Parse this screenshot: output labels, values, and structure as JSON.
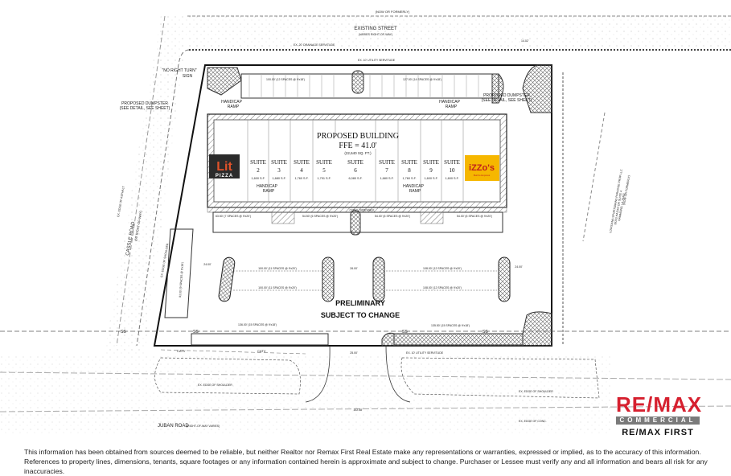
{
  "plan": {
    "owner_top": "(NOW OR FORMERLY)",
    "street_name": "EXISTING STREET",
    "street_row": "(VARIES RIGHT-OF-WAY)",
    "drainage_servitude": "EX. 20' DRAINAGE SERVITUDE",
    "utility_servitude_top": "EX. 10' UTILITY SERVITUDE",
    "utility_servitude_bottom": "EX. 10' UTILITY SERVITUDE",
    "no_right_turn": "\"NO RIGHT TURN\"",
    "sign": "SIGN",
    "dumpster_left_1": "PROPOSED DUMPSTER",
    "dumpster_left_2": "(SEE DETAIL, SEE SHEET)",
    "dumpster_right_1": "PROPOSED DUMPSTER",
    "dumpster_right_2": "(SEE DETAIL, SEE SHEET)",
    "handicap": "HANDICAP",
    "ramp": "RAMP",
    "top_row_left": "100.00' (12 SPACES @ 9'x18')",
    "top_row_right": "127.00' (14 SPACES @ 9'x18')",
    "building_title": "PROPOSED BUILDING",
    "building_ffe": "FFE = 41.0'",
    "building_area": "(22,640 SQ. FT.)",
    "conc_sidewalk": "CONC. SIDEWALK",
    "suites": [
      {
        "name": "SUITE",
        "num": "2",
        "area": "1,600 S.F."
      },
      {
        "name": "SUITE",
        "num": "3",
        "area": "1,680 S.F."
      },
      {
        "name": "SUITE",
        "num": "4",
        "area": "1,760 S.F."
      },
      {
        "name": "SUITE",
        "num": "5",
        "area": "1,791 S.F."
      },
      {
        "name": "SUITE",
        "num": "6",
        "area": "6,080 S.F."
      },
      {
        "name": "SUITE",
        "num": "7",
        "area": "1,680 S.F."
      },
      {
        "name": "SUITE",
        "num": "8",
        "area": "1,760 S.F."
      },
      {
        "name": "SUITE",
        "num": "9",
        "area": "1,600 S.F."
      },
      {
        "name": "SUITE",
        "num": "10",
        "area": "1,600 S.F."
      }
    ],
    "tenant_left": {
      "line1": "Lit",
      "line2": "PIZZA",
      "color": "#e0522a"
    },
    "tenant_right": {
      "line1": "iZZo's",
      "line2": "Burrito Express",
      "color": "#f6b700"
    },
    "front_rows": [
      "63.50' (7 SPACES @ 9'x20')",
      "54.50' (6 SPACES @ 9'x20')",
      "54.00' (6 SPACES @ 9'x20')",
      "54.00' (6 SPACES @ 9'x20')"
    ],
    "mid_rows": [
      "100.00' (11 SPACES @ 9'x20')",
      "100.00' (11 SPACES @ 9'x20')",
      "108.00' (12 SPACES @ 9'x20')",
      "108.00' (12 SPACES @ 9'x20')"
    ],
    "side_row": "81.00' (9 SPACES @ 9'x18')",
    "bottom_rows": [
      "136.00' (15 SPACES @ 9'x18')",
      "135.50' (15 SPACES @ 9'x18')"
    ],
    "dims": [
      "24.00'",
      "24.00'",
      "24.00'",
      "26.00'",
      "24.00'",
      "25.00'",
      "102.58'",
      "3.50'",
      "3.50'",
      "14.02'"
    ],
    "preliminary_1": "PRELIMINARY",
    "preliminary_2": "SUBJECT TO CHANGE",
    "cassle_road": "CASSLE ROAD",
    "cassle_row": "(60' RIGHT-OF-WAY)",
    "cassle_shoulder": "EX. EDGE OF SHOULDER",
    "cassle_asphalt": "EX. EDGE OF ASPHALT",
    "juban_road": "JUBAN ROAD",
    "juban_row": "(RIGHT-OF-WAY VARIES)",
    "shoulder_left": "EX. EDGE OF SHOULDER",
    "shoulder_right": "EX. EDGE OF SHOULDER",
    "edge_conc": "EX. EDGE OF CONC.",
    "catv": "CATV",
    "ss": "SS",
    "ut": "UT",
    "neighbor": [
      "LOUISIANA SPORTSMANS PARADISE PROP LLC",
      "19153 HAZOO DR SUITE 4",
      "HAMMOND, LA 70401",
      "(NOW OR FORMERLY)"
    ]
  },
  "logo": {
    "brand": "RE/MAX",
    "sub": "COMMERCIAL",
    "office": "RE/MAX FIRST",
    "color": "#d6202f"
  },
  "disclaimer": "This information has been obtained from sources deemed to be reliable, but neither Realtor nor Remax First Real Estate make any representations or warranties, expressed or implied, as to the accuracy of this information. References to property lines, dimensions, tenants, square footages or any information contained herein is approximate and subject to change. Purchaser or Lessee must verify any and all information and bears all risk for any inaccuracies."
}
